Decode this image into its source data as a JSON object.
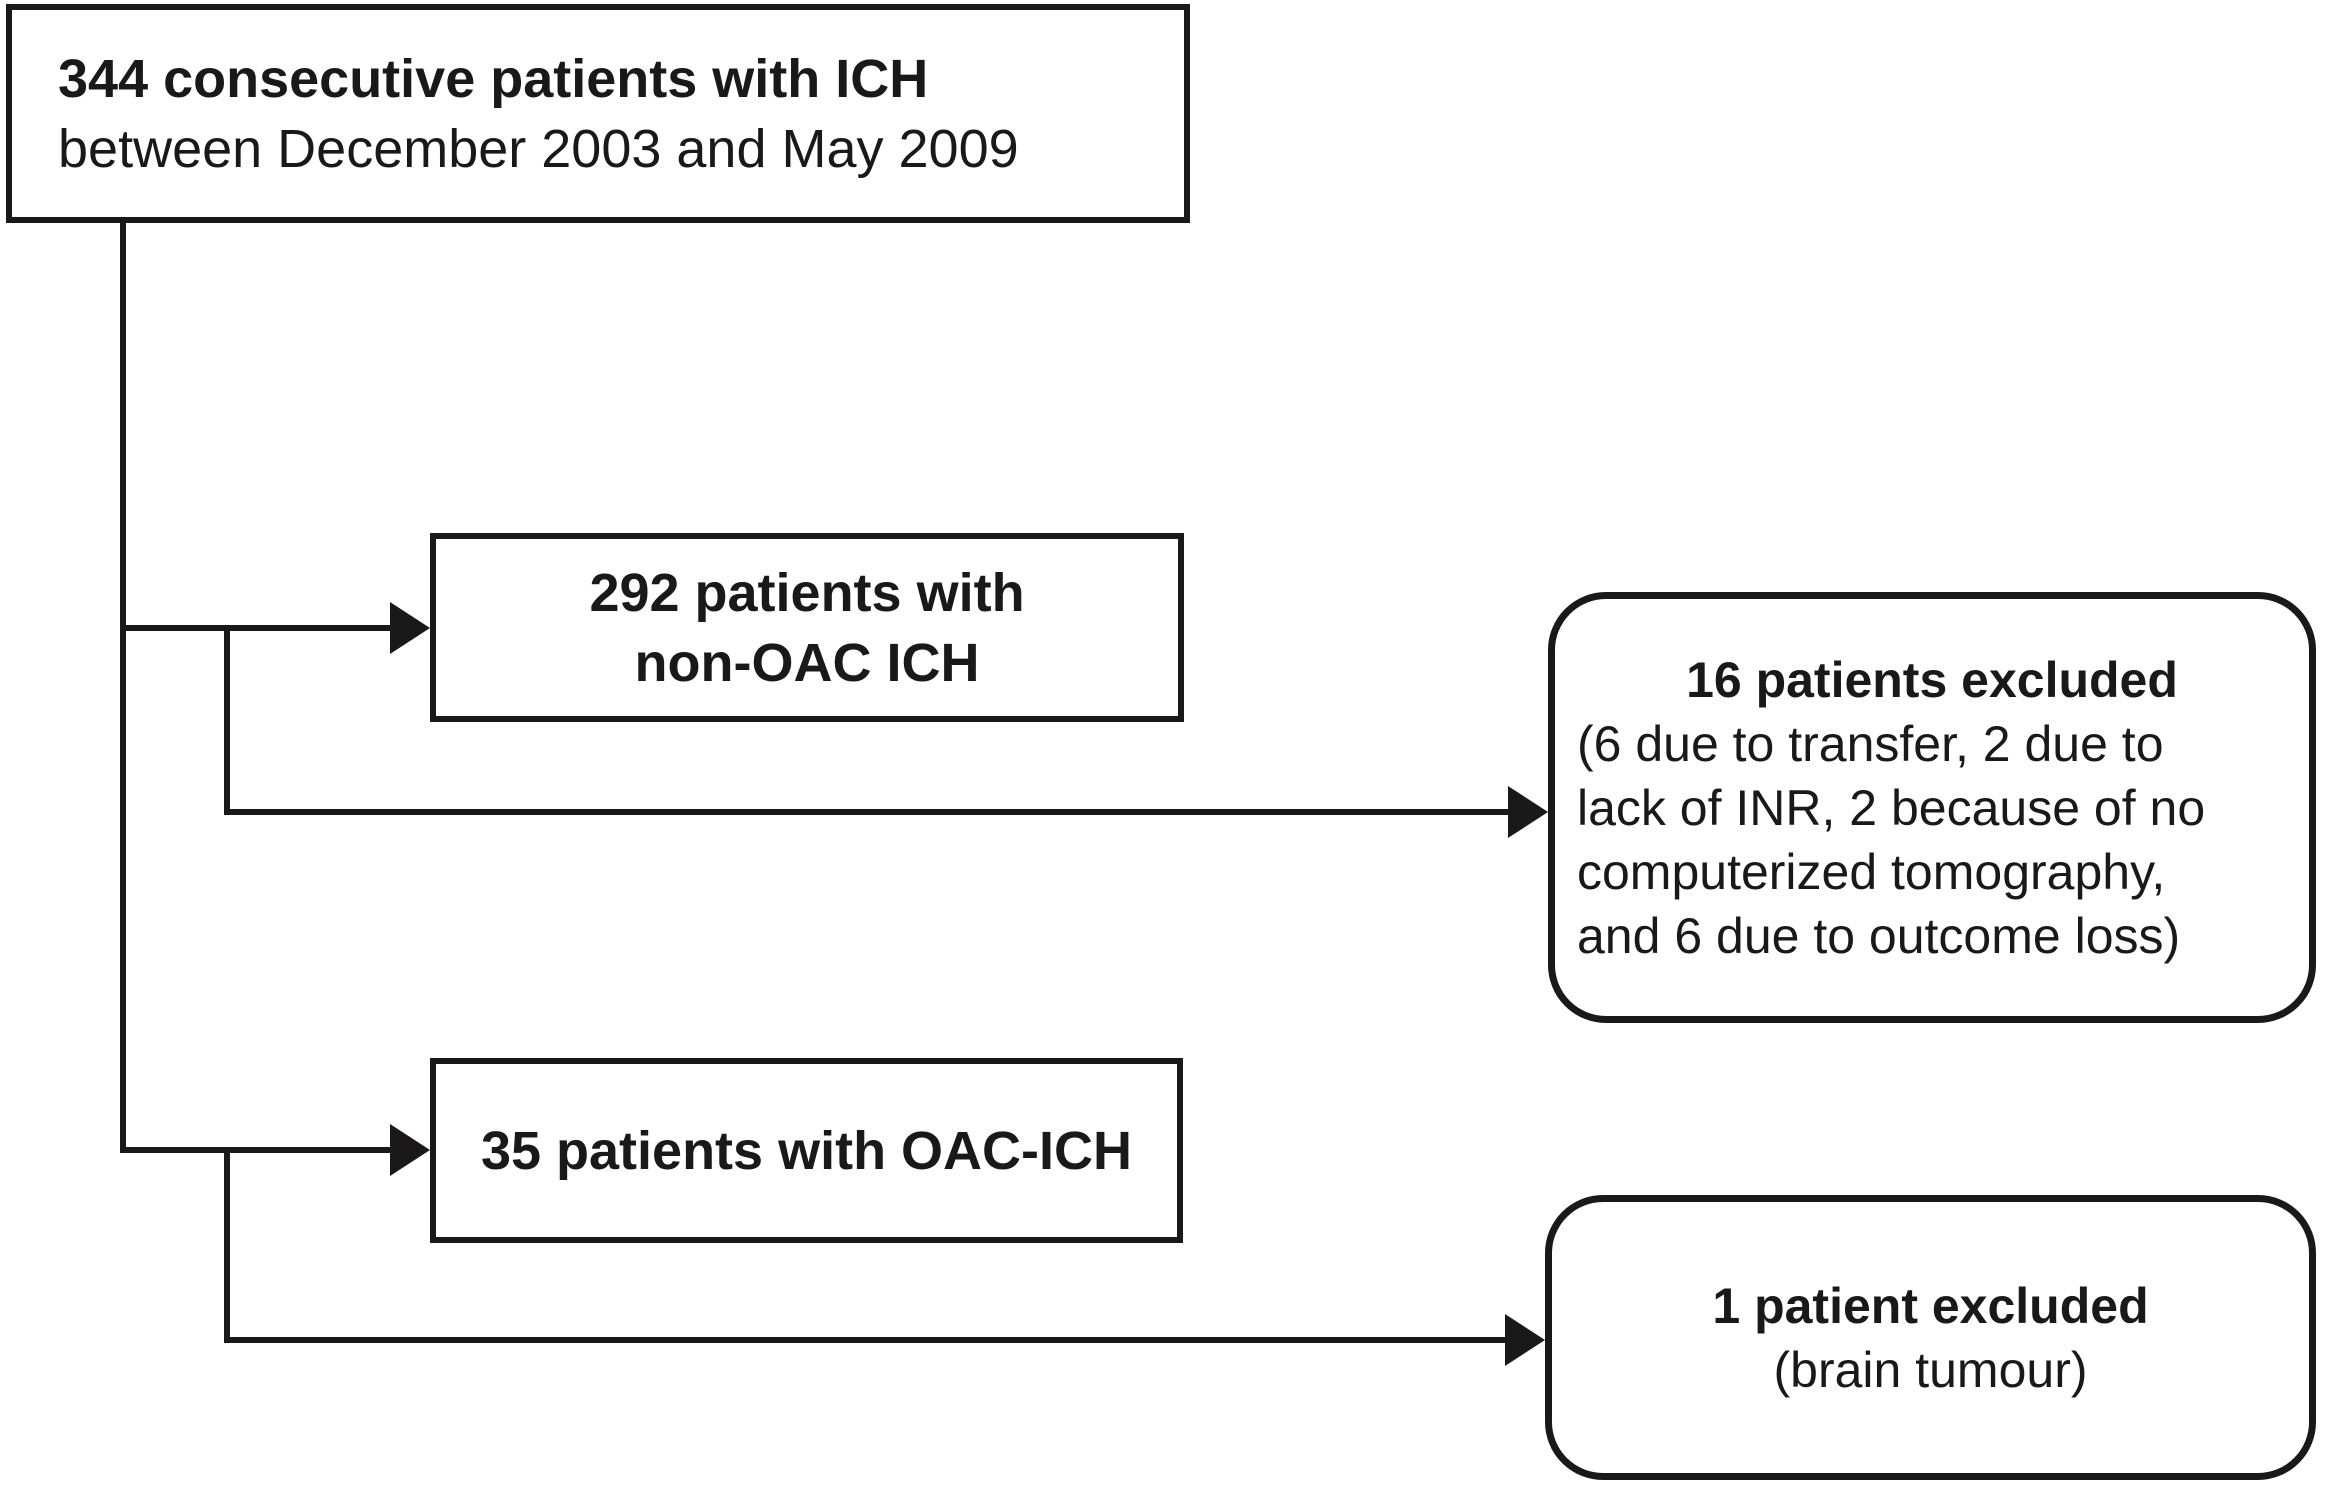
{
  "figure": {
    "background": "#ffffff",
    "ink": "#1b1819"
  },
  "nodes": {
    "total": {
      "line1": "344 consecutive patients with ICH",
      "line2": "between December 2003 and May 2009"
    },
    "non_oac": {
      "label": "292 patients with\nnon-OAC ICH"
    },
    "oac": {
      "label": "35 patients with OAC-ICH"
    },
    "excluded_non_oac": {
      "heading": "16 patients excluded",
      "body": "(6 due to transfer, 2 due to\nlack of INR, 2 because of no\ncomputerized tomography,\nand 6 due to outcome loss)"
    },
    "excluded_oac": {
      "heading": "1 patient excluded",
      "body": "(brain tumour)"
    }
  }
}
